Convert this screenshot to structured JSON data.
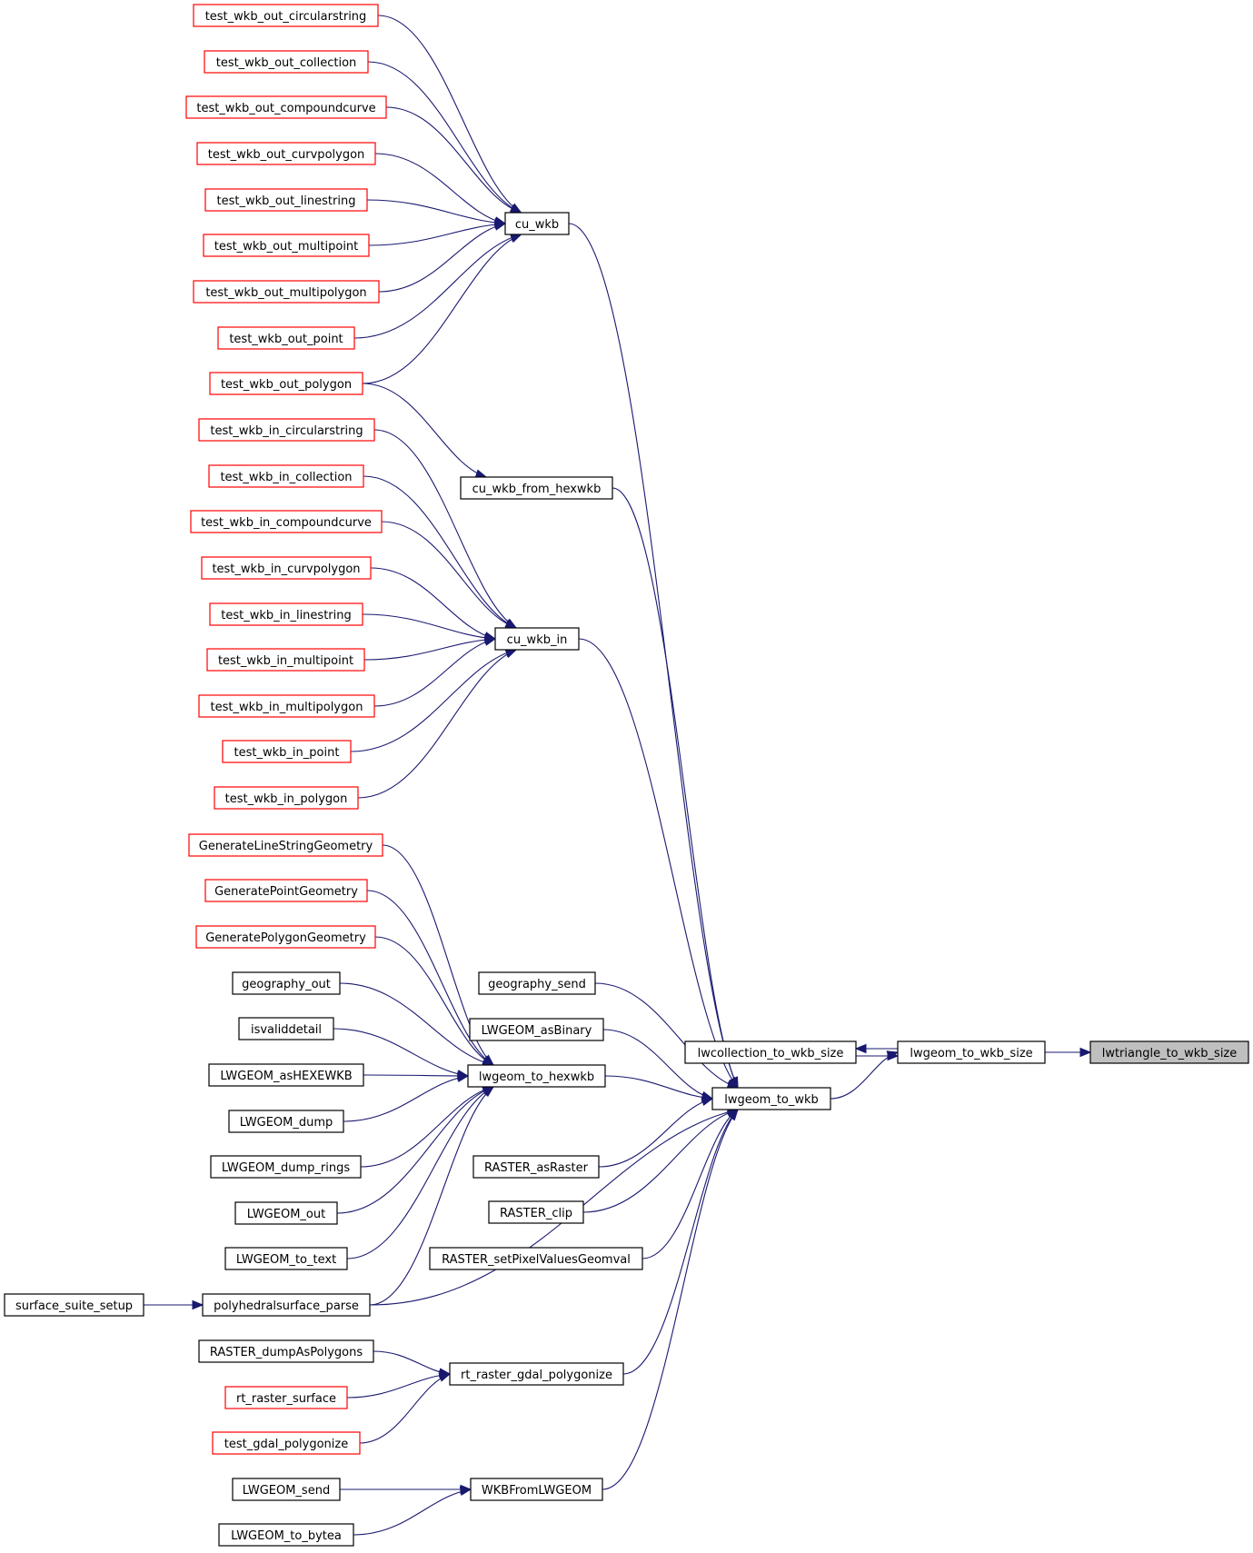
{
  "colors": {
    "edge": "#191970",
    "node_border_default": "#000000",
    "node_border_truncated": "#ff0000",
    "node_fill_default": "#ffffff",
    "node_fill_focus": "#bfbfbf"
  },
  "nodes": {
    "lwtriangle_to_wkb_size": "lwtriangle_to_wkb_size",
    "lwgeom_to_wkb_size": "lwgeom_to_wkb_size",
    "lwcollection_to_wkb_size": "lwcollection_to_wkb_size",
    "lwgeom_to_wkb": "lwgeom_to_wkb",
    "cu_wkb": "cu_wkb",
    "cu_wkb_from_hexwkb": "cu_wkb_from_hexwkb",
    "cu_wkb_in": "cu_wkb_in",
    "lwgeom_to_hexwkb": "lwgeom_to_hexwkb",
    "geography_send": "geography_send",
    "LWGEOM_asBinary": "LWGEOM_asBinary",
    "RASTER_asRaster": "RASTER_asRaster",
    "RASTER_clip": "RASTER_clip",
    "RASTER_setPixelValuesGeomval": "RASTER_setPixelValuesGeomval",
    "rt_raster_gdal_polygonize": "rt_raster_gdal_polygonize",
    "WKBFromLWGEOM": "WKBFromLWGEOM",
    "test_wkb_out_circularstring": "test_wkb_out_circularstring",
    "test_wkb_out_collection": "test_wkb_out_collection",
    "test_wkb_out_compoundcurve": "test_wkb_out_compoundcurve",
    "test_wkb_out_curvpolygon": "test_wkb_out_curvpolygon",
    "test_wkb_out_linestring": "test_wkb_out_linestring",
    "test_wkb_out_multipoint": "test_wkb_out_multipoint",
    "test_wkb_out_multipolygon": "test_wkb_out_multipolygon",
    "test_wkb_out_point": "test_wkb_out_point",
    "test_wkb_out_polygon": "test_wkb_out_polygon",
    "test_wkb_in_circularstring": "test_wkb_in_circularstring",
    "test_wkb_in_collection": "test_wkb_in_collection",
    "test_wkb_in_compoundcurve": "test_wkb_in_compoundcurve",
    "test_wkb_in_curvpolygon": "test_wkb_in_curvpolygon",
    "test_wkb_in_linestring": "test_wkb_in_linestring",
    "test_wkb_in_multipoint": "test_wkb_in_multipoint",
    "test_wkb_in_multipolygon": "test_wkb_in_multipolygon",
    "test_wkb_in_point": "test_wkb_in_point",
    "test_wkb_in_polygon": "test_wkb_in_polygon",
    "GenerateLineStringGeometry": "GenerateLineStringGeometry",
    "GeneratePointGeometry": "GeneratePointGeometry",
    "GeneratePolygonGeometry": "GeneratePolygonGeometry",
    "geography_out": "geography_out",
    "isvaliddetail": "isvaliddetail",
    "LWGEOM_asHEXEWKB": "LWGEOM_asHEXEWKB",
    "LWGEOM_dump": "LWGEOM_dump",
    "LWGEOM_dump_rings": "LWGEOM_dump_rings",
    "LWGEOM_out": "LWGEOM_out",
    "LWGEOM_to_text": "LWGEOM_to_text",
    "polyhedralsurface_parse": "polyhedralsurface_parse",
    "surface_suite_setup": "surface_suite_setup",
    "RASTER_dumpAsPolygons": "RASTER_dumpAsPolygons",
    "rt_raster_surface": "rt_raster_surface",
    "test_gdal_polygonize": "test_gdal_polygonize",
    "LWGEOM_send": "LWGEOM_send",
    "LWGEOM_to_bytea": "LWGEOM_to_bytea"
  },
  "edges": [
    [
      "lwgeom_to_wkb_size",
      "lwtriangle_to_wkb_size"
    ],
    [
      "lwcollection_to_wkb_size",
      "lwgeom_to_wkb_size"
    ],
    [
      "lwgeom_to_wkb_size",
      "lwcollection_to_wkb_size"
    ],
    [
      "lwgeom_to_wkb",
      "lwgeom_to_wkb_size"
    ],
    [
      "cu_wkb",
      "lwgeom_to_wkb"
    ],
    [
      "cu_wkb_from_hexwkb",
      "lwgeom_to_wkb"
    ],
    [
      "cu_wkb_in",
      "lwgeom_to_wkb"
    ],
    [
      "geography_send",
      "lwgeom_to_wkb"
    ],
    [
      "LWGEOM_asBinary",
      "lwgeom_to_wkb"
    ],
    [
      "lwgeom_to_hexwkb",
      "lwgeom_to_wkb"
    ],
    [
      "polyhedralsurface_parse",
      "lwgeom_to_wkb"
    ],
    [
      "RASTER_asRaster",
      "lwgeom_to_wkb"
    ],
    [
      "RASTER_clip",
      "lwgeom_to_wkb"
    ],
    [
      "RASTER_setPixelValuesGeomval",
      "lwgeom_to_wkb"
    ],
    [
      "rt_raster_gdal_polygonize",
      "lwgeom_to_wkb"
    ],
    [
      "WKBFromLWGEOM",
      "lwgeom_to_wkb"
    ],
    [
      "test_wkb_out_circularstring",
      "cu_wkb"
    ],
    [
      "test_wkb_out_collection",
      "cu_wkb"
    ],
    [
      "test_wkb_out_compoundcurve",
      "cu_wkb"
    ],
    [
      "test_wkb_out_curvpolygon",
      "cu_wkb"
    ],
    [
      "test_wkb_out_linestring",
      "cu_wkb"
    ],
    [
      "test_wkb_out_multipoint",
      "cu_wkb"
    ],
    [
      "test_wkb_out_multipolygon",
      "cu_wkb"
    ],
    [
      "test_wkb_out_point",
      "cu_wkb"
    ],
    [
      "test_wkb_out_polygon",
      "cu_wkb"
    ],
    [
      "test_wkb_out_polygon",
      "cu_wkb_from_hexwkb"
    ],
    [
      "test_wkb_in_circularstring",
      "cu_wkb_in"
    ],
    [
      "test_wkb_in_collection",
      "cu_wkb_in"
    ],
    [
      "test_wkb_in_compoundcurve",
      "cu_wkb_in"
    ],
    [
      "test_wkb_in_curvpolygon",
      "cu_wkb_in"
    ],
    [
      "test_wkb_in_linestring",
      "cu_wkb_in"
    ],
    [
      "test_wkb_in_multipoint",
      "cu_wkb_in"
    ],
    [
      "test_wkb_in_multipolygon",
      "cu_wkb_in"
    ],
    [
      "test_wkb_in_point",
      "cu_wkb_in"
    ],
    [
      "test_wkb_in_polygon",
      "cu_wkb_in"
    ],
    [
      "GenerateLineStringGeometry",
      "lwgeom_to_hexwkb"
    ],
    [
      "GeneratePointGeometry",
      "lwgeom_to_hexwkb"
    ],
    [
      "GeneratePolygonGeometry",
      "lwgeom_to_hexwkb"
    ],
    [
      "geography_out",
      "lwgeom_to_hexwkb"
    ],
    [
      "isvaliddetail",
      "lwgeom_to_hexwkb"
    ],
    [
      "LWGEOM_asHEXEWKB",
      "lwgeom_to_hexwkb"
    ],
    [
      "LWGEOM_dump",
      "lwgeom_to_hexwkb"
    ],
    [
      "LWGEOM_dump_rings",
      "lwgeom_to_hexwkb"
    ],
    [
      "LWGEOM_out",
      "lwgeom_to_hexwkb"
    ],
    [
      "LWGEOM_to_text",
      "lwgeom_to_hexwkb"
    ],
    [
      "polyhedralsurface_parse",
      "lwgeom_to_hexwkb"
    ],
    [
      "surface_suite_setup",
      "polyhedralsurface_parse"
    ],
    [
      "RASTER_dumpAsPolygons",
      "rt_raster_gdal_polygonize"
    ],
    [
      "rt_raster_surface",
      "rt_raster_gdal_polygonize"
    ],
    [
      "test_gdal_polygonize",
      "rt_raster_gdal_polygonize"
    ],
    [
      "LWGEOM_send",
      "WKBFromLWGEOM"
    ],
    [
      "LWGEOM_to_bytea",
      "WKBFromLWGEOM"
    ]
  ]
}
